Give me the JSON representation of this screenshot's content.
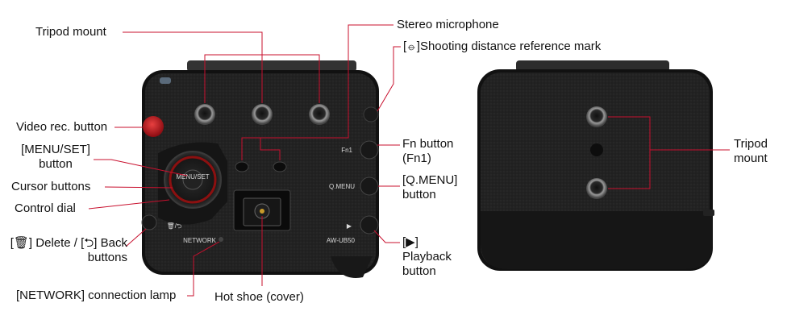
{
  "labels": {
    "tripod_mount_top": "Tripod mount",
    "stereo_microphone": "Stereo microphone",
    "shooting_distance_mark": "[⦵]Shooting distance reference mark",
    "video_rec_button": "Video rec. button",
    "menu_set_line1": "[MENU/SET]",
    "menu_set_line2": "button",
    "cursor_buttons": "Cursor buttons",
    "control_dial": "Control dial",
    "delete_back_line1": "[🗑] Delete / [⮌] Back",
    "delete_back_line2": "buttons",
    "network_lamp": "[NETWORK] connection lamp",
    "hot_shoe": "Hot shoe (cover)",
    "fn_line1": "Fn button",
    "fn_line2": "(Fn1)",
    "qmenu_line1": "[Q.MENU]",
    "qmenu_line2": "button",
    "play_line1": "[▶]",
    "play_line2": "Playback",
    "play_line3": "button",
    "tripod_mount_right_line1": "Tripod",
    "tripod_mount_right_line2": "mount"
  },
  "camera_markings": {
    "fn1": "Fn1",
    "qmenu": "Q.MENU",
    "network": "NETWORK",
    "model": "AW-UB50",
    "menu_set": "MENU/SET",
    "delete_back": "🗑/⮌",
    "play": "▶"
  },
  "colors": {
    "leader_line": "#c8102e",
    "camera_body": "#1c1c1c",
    "rec_button": "#c0141c"
  }
}
